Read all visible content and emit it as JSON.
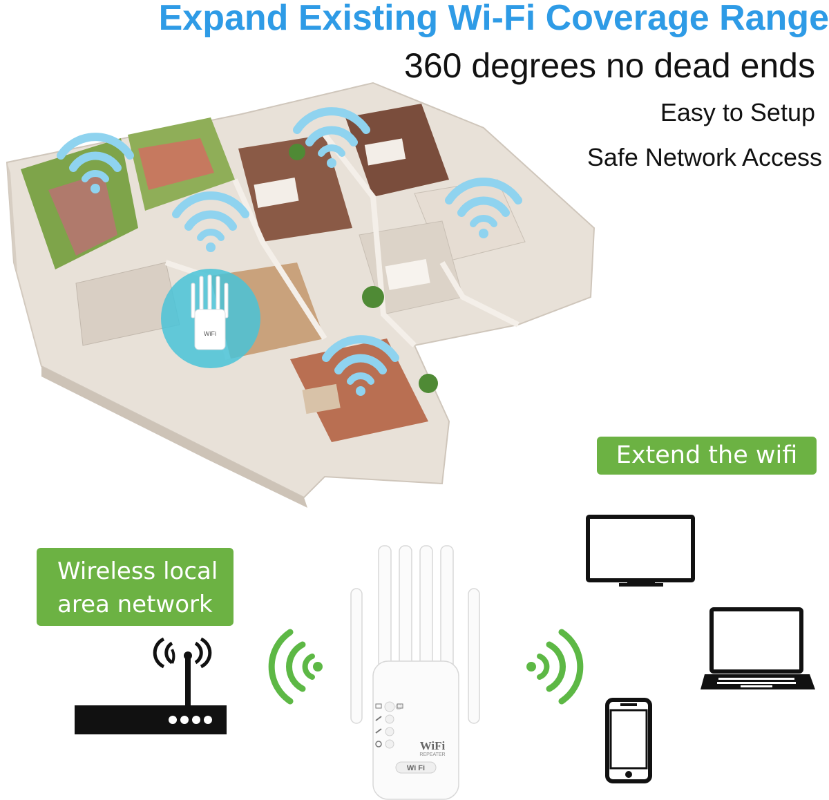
{
  "headline": "Expand Existing Wi-Fi Coverage Range",
  "subheadline": "360 degrees no dead ends",
  "features": [
    "Easy to Setup",
    "Safe Network Access"
  ],
  "labels": {
    "extend": "Extend the wifi",
    "wlan_line1": "Wireless local",
    "wlan_line2": "area network"
  },
  "device": {
    "brand_text": "WiFi",
    "model_text": "REPEATER",
    "badge_text": "Wi Fi"
  },
  "colors": {
    "headline": "#2e9be6",
    "green_label": "#6cb243",
    "signal_green": "#5db845",
    "signal_blue": "#8fd3ef",
    "highlight_teal": "#49c3d8"
  },
  "icons": [
    "wifi-signal-icon",
    "router-icon",
    "repeater-device",
    "monitor-icon",
    "laptop-icon",
    "smartphone-icon"
  ]
}
